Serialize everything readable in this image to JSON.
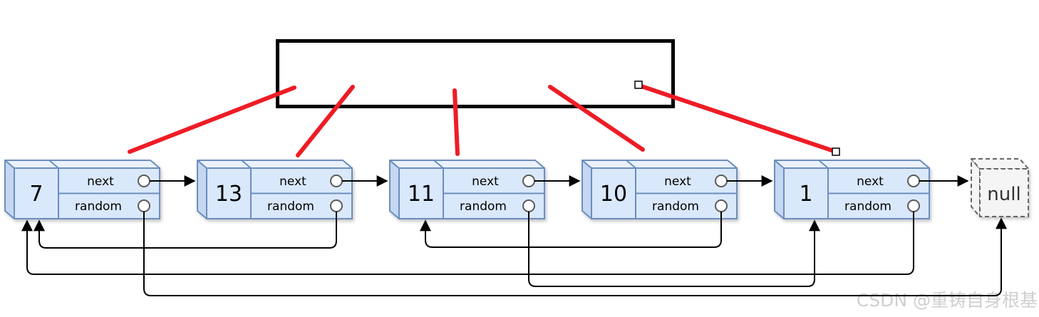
{
  "diagram": {
    "type": "singly-linked-list-with-random-pointers",
    "nodes": [
      {
        "value": "7",
        "next_target": "13",
        "random_target": "null"
      },
      {
        "value": "13",
        "next_target": "11",
        "random_target": "7"
      },
      {
        "value": "11",
        "next_target": "10",
        "random_target": "1"
      },
      {
        "value": "10",
        "next_target": "1",
        "random_target": "11"
      },
      {
        "value": "1",
        "next_target": "null",
        "random_target": "7"
      }
    ],
    "field_labels": {
      "next": "next",
      "random": "random"
    },
    "terminator_label": "null",
    "annotation": {
      "rectangle_text": "",
      "red_pointer_lines": 5,
      "selected_line_handles": 2
    }
  },
  "watermark": "CSDN @重铸自身根基",
  "colors": {
    "node_fill": "#dae8fc",
    "node_border": "#6c8ebf",
    "node_top_fill": "#eaf1fc",
    "node_side_fill": "#c5d7f1",
    "null_fill": "#f5f5f5",
    "null_border": "#666666",
    "annotation_red": "#ee1c25",
    "connector_black": "#000000",
    "watermark_gray": "#cfcfcf"
  }
}
